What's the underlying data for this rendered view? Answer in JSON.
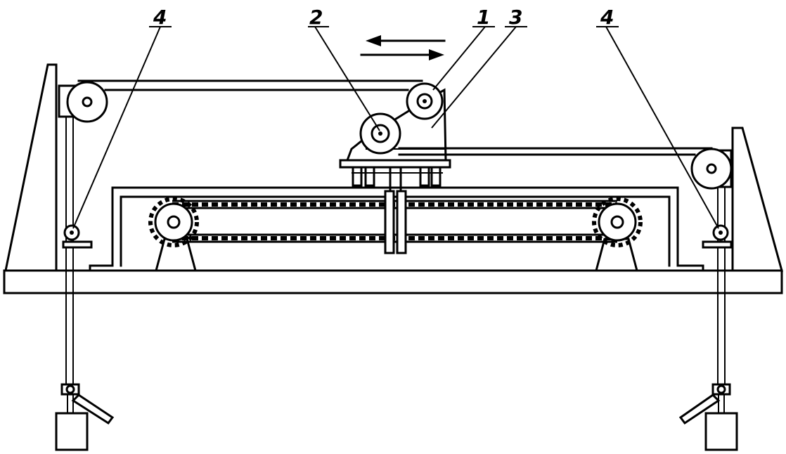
{
  "labels": {
    "left_guide_pulley": "4",
    "drive_roller": "2",
    "idler_roller": "1",
    "carriage": "3",
    "right_guide_pulley": "4"
  },
  "motion": {
    "direction": "bidirectional-horizontal"
  },
  "colors": {
    "line": "#000000",
    "background": "#ffffff"
  }
}
